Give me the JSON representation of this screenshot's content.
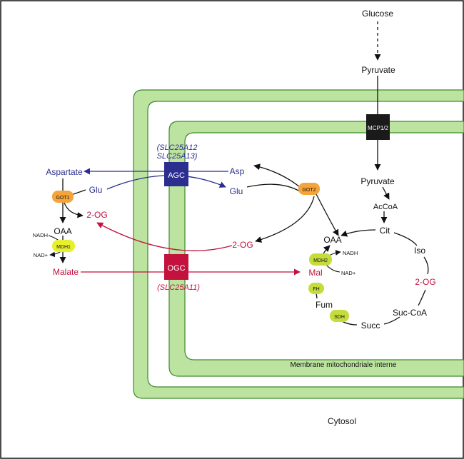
{
  "colors": {
    "membrane_fill": "#bde3a0",
    "membrane_stroke": "#3c8a2a",
    "blue": "#2b2e8f",
    "red": "#c3123e",
    "black": "#111111",
    "orange_enzyme": "#f4a43a",
    "yellow_enzyme": "#e8ef2f",
    "lime_enzyme": "#c5dc3c",
    "mcp_box": "#1a1a1a"
  },
  "labels": {
    "glucose": "Glucose",
    "pyruvate_top": "Pyruvate",
    "pyruvate_matrix": "Pyruvate",
    "accoa": "AcCoA",
    "cit": "Cit",
    "iso": "Iso",
    "two_og_tca": "2-OG",
    "succoa": "Suc-CoA",
    "succ": "Succ",
    "fum": "Fum",
    "mal": "Mal",
    "oaa_matrix": "OAA",
    "nadh_matrix": "NADH",
    "nadplus_matrix": "NAD+",
    "asp_matrix": "Asp",
    "glu_matrix": "Glu",
    "two_og_matrix": "2-OG",
    "aspartate": "Aspartate",
    "glu_cyto": "Glu",
    "two_og_cyto": "2-OG",
    "oaa_cyto": "OAA",
    "nadh_cyto": "NADH",
    "nadplus_cyto": "NAD+",
    "malate": "Malate",
    "agc_gene_1": "(SLC25A12",
    "agc_gene_2": "SLC25A13)",
    "ogc_gene": "(SLC25A11)",
    "membrane_caption": "Membrane mitochondriale interne",
    "cytosol": "Cytosol"
  },
  "transporters": {
    "mcp": "MCP1/2",
    "agc": "AGC",
    "ogc": "OGC"
  },
  "enzymes": {
    "got1": "GOT1",
    "got2": "GOT2",
    "mdh1": "MDH1",
    "mdh2": "MDH2",
    "fh": "FH",
    "sdh": "SDH"
  }
}
